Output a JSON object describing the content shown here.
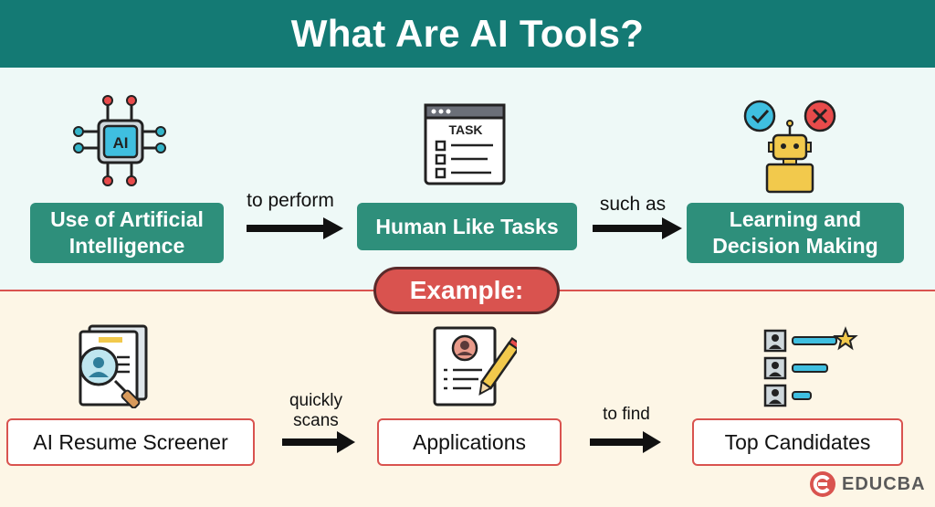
{
  "title": "What Are AI Tools?",
  "top_row": {
    "box1": [
      "Use of Artificial",
      "Intelligence"
    ],
    "connector1": "to perform",
    "box2": "Human Like Tasks",
    "connector2": "such as",
    "box3": [
      "Learning and",
      "Decision Making"
    ]
  },
  "example_label": "Example:",
  "bottom_row": {
    "box1": "AI Resume Screener",
    "connector1": [
      "quickly",
      "scans"
    ],
    "box2": "Applications",
    "connector2": "to find",
    "box3": "Top Candidates"
  },
  "icons": {
    "ai_chip": "ai-chip-icon",
    "task_window": "task-checklist-icon",
    "robot_decision": "robot-decision-icon",
    "resume_search": "resume-search-icon",
    "application_form": "application-form-icon",
    "candidate_ranking": "candidate-ranking-icon"
  },
  "ai_chip_text": "AI",
  "task_text": "TASK",
  "brand": {
    "logo_text": "EDUCBA"
  },
  "colors": {
    "header_bg": "#147a74",
    "box_green": "#2e8f7b",
    "accent_red": "#d9534f",
    "top_bg": "#eef9f7",
    "bottom_bg": "#fdf6e6"
  }
}
